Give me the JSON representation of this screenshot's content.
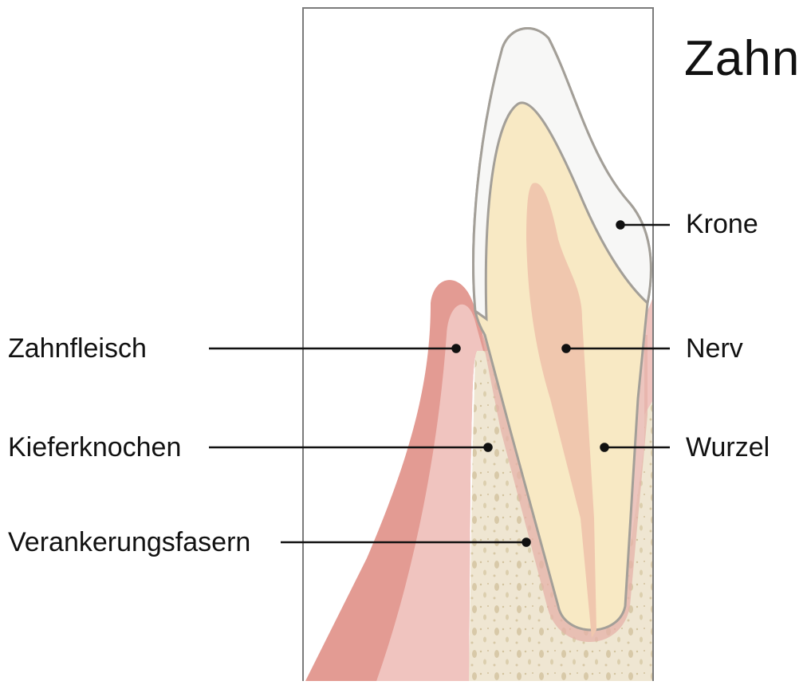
{
  "title": "Zahn",
  "labels": {
    "crown": "Krone",
    "nerve": "Nerv",
    "root": "Wurzel",
    "gum": "Zahnfleisch",
    "jawbone": "Kieferknochen",
    "fibers": "Verankerungsfasern"
  },
  "colors": {
    "enamel": "#f7f7f6",
    "dentin": "#f8e9c4",
    "pulp": "#f0c7ae",
    "gum": "#e39b93",
    "gum_inner": "#f0c4bf",
    "bone": "#efe6d2",
    "outline": "#a39f98",
    "frame": "#7b7b7b"
  }
}
